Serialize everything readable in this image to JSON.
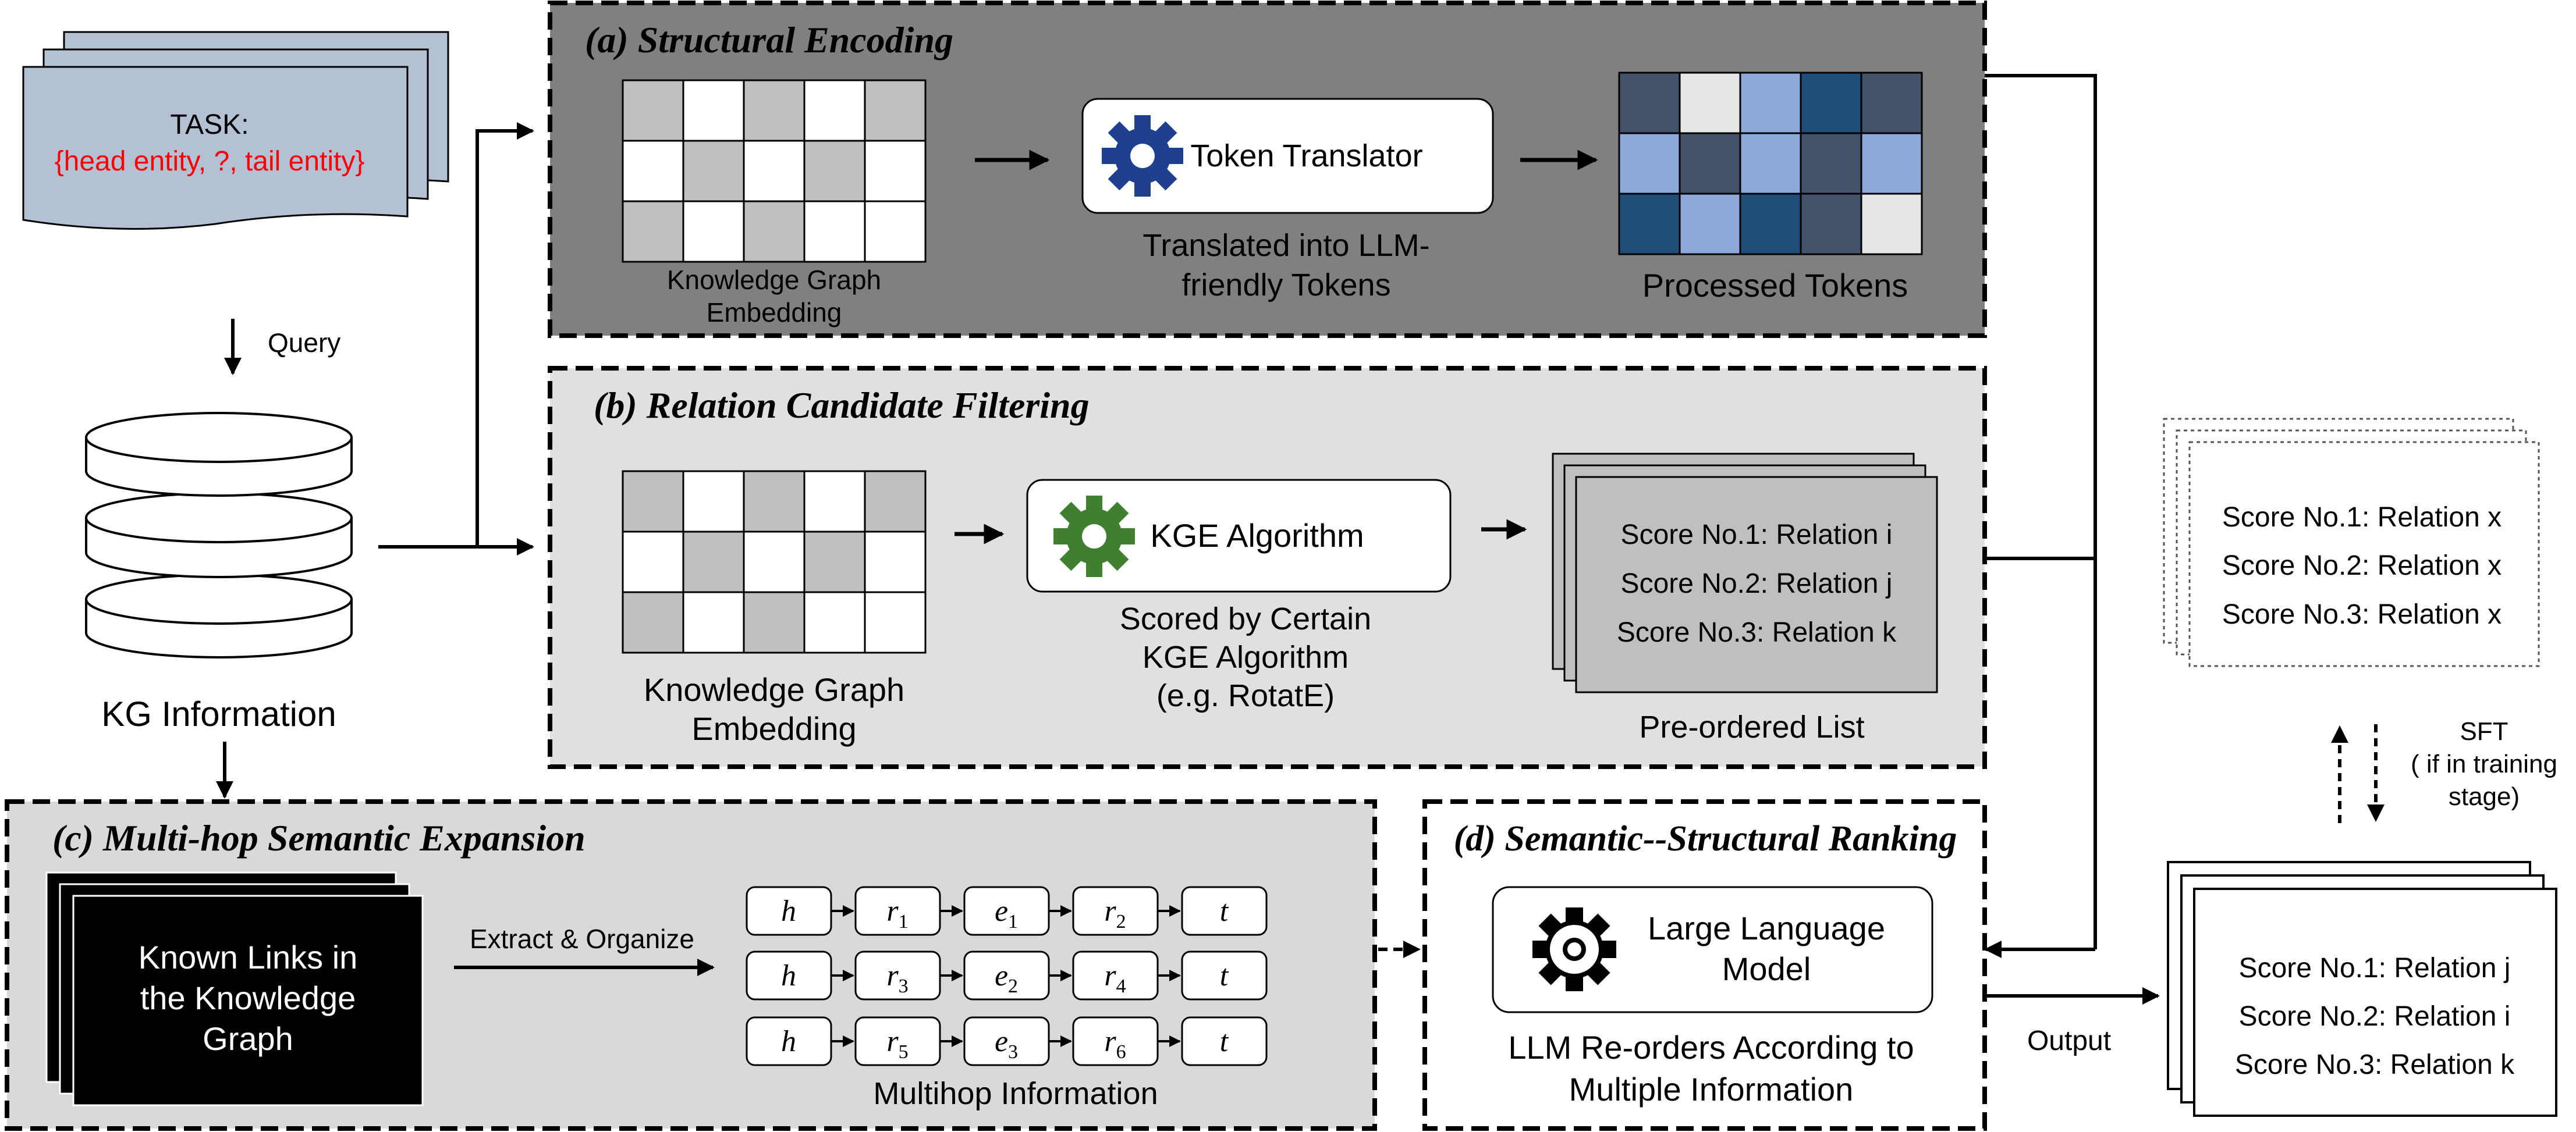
{
  "task": {
    "label": "TASK:",
    "query": "{head entity, ?, tail entity}"
  },
  "query_label": "Query",
  "kg_info_label": "KG Information",
  "panel_a": {
    "title": "(a) Structural Encoding",
    "kge_caption_line1": "Knowledge Graph",
    "kge_caption_line2": "Embedding",
    "module_label": "Token Translator",
    "module_caption_line1": "Translated into LLM-",
    "module_caption_line2": "friendly Tokens",
    "output_caption": "Processed Tokens"
  },
  "panel_b": {
    "title": "(b) Relation Candidate Filtering",
    "kge_caption_line1": "Knowledge Graph",
    "kge_caption_line2": "Embedding",
    "module_label": "KGE Algorithm",
    "module_caption_line1": "Scored by Certain",
    "module_caption_line2": "KGE Algorithm",
    "module_caption_line3": "(e.g. RotatE)",
    "list": [
      "Score No.1: Relation i",
      "Score No.2: Relation j",
      "Score No.3: Relation k"
    ],
    "list_caption": "Pre-ordered List"
  },
  "panel_c": {
    "title": "(c) Multi-hop Semantic Expansion",
    "links_line1": "Known Links in",
    "links_line2": "the Knowledge",
    "links_line3": "Graph",
    "extract_label": "Extract & Organize",
    "paths": [
      [
        "h",
        "r1",
        "e1",
        "r2",
        "t"
      ],
      [
        "h",
        "r3",
        "e2",
        "r4",
        "t"
      ],
      [
        "h",
        "r5",
        "e3",
        "r6",
        "t"
      ]
    ],
    "multihop_caption": "Multihop Information"
  },
  "panel_d": {
    "title": "(d) Semantic--Structural Ranking",
    "module_line1": "Large Language",
    "module_line2": "Model",
    "caption_line1": "LLM Re-orders According to",
    "caption_line2": "Multiple Information"
  },
  "sft_list": [
    "Score No.1: Relation x",
    "Score No.2: Relation x",
    "Score No.3: Relation x"
  ],
  "sft_label_line1": "SFT",
  "sft_label_line2": "( if in training",
  "sft_label_line3": "stage)",
  "output_label": "Output",
  "output_list": [
    "Score No.1: Relation j",
    "Score No.2: Relation i",
    "Score No.3: Relation k"
  ],
  "colors": {
    "panel_a_bg": "#808080",
    "panel_light_bg": "#d9d9d9",
    "task_blue": "#b4c0d4",
    "task_text_red": "#ff0000",
    "gear_blue": "#1f3f8f",
    "gear_green": "#3f7f2f",
    "token_colors": [
      "#44546a",
      "#e7e6e6",
      "#8eaadb",
      "#1f4e79",
      "#44546a",
      "#8eaadb",
      "#44546a",
      "#8eaadb",
      "#44546a",
      "#8eaadb",
      "#1f4e79",
      "#8eaadb",
      "#1f4e79",
      "#44546a",
      "#e7e6e6"
    ]
  },
  "icons": [
    "gear-icon",
    "database-icon",
    "arrow-icon"
  ]
}
